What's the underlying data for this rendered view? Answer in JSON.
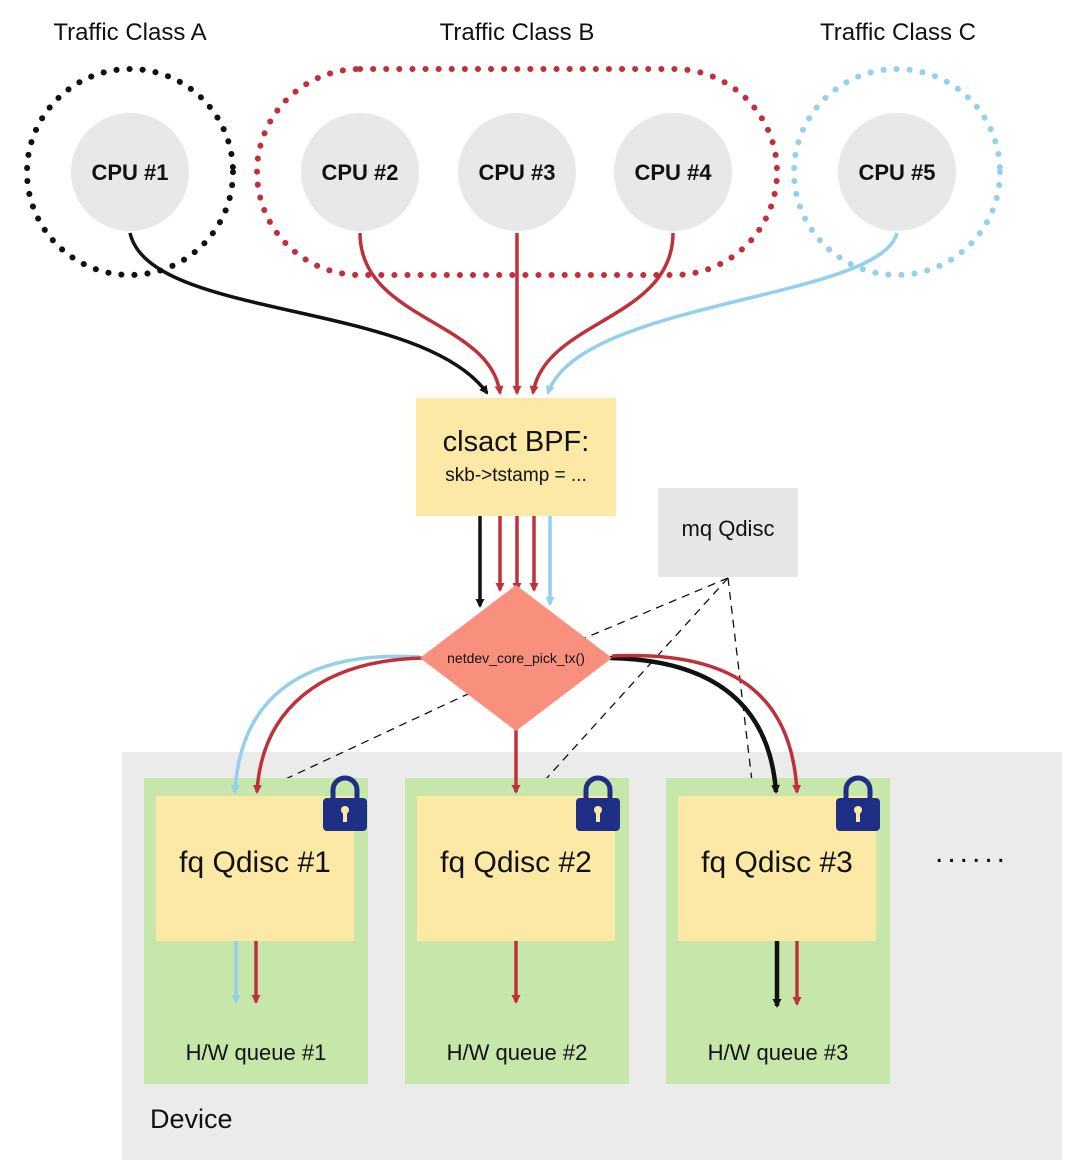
{
  "traffic_classes": [
    {
      "label": "Traffic Class A",
      "color": "#111111"
    },
    {
      "label": "Traffic Class B",
      "color": "#c0303a"
    },
    {
      "label": "Traffic Class C",
      "color": "#94cfeb"
    }
  ],
  "cpus": [
    {
      "label": "CPU #1",
      "class": "A"
    },
    {
      "label": "CPU #2",
      "class": "B"
    },
    {
      "label": "CPU #3",
      "class": "B"
    },
    {
      "label": "CPU #4",
      "class": "B"
    },
    {
      "label": "CPU #5",
      "class": "C"
    }
  ],
  "clsact": {
    "title": "clsact BPF:",
    "code": "skb->tstamp = ..."
  },
  "mq": {
    "label": "mq Qdisc"
  },
  "pick_tx": {
    "label": "netdev_core_pick_tx()"
  },
  "device": {
    "label": "Device"
  },
  "queues": [
    {
      "qdisc": "fq Qdisc #1",
      "hw": "H/W queue #1"
    },
    {
      "qdisc": "fq Qdisc #2",
      "hw": "H/W queue #2"
    },
    {
      "qdisc": "fq Qdisc #3",
      "hw": "H/W queue #3"
    }
  ],
  "more": {
    "label": "......"
  },
  "colors": {
    "class_a": "#111111",
    "class_b": "#c0303a",
    "class_c": "#94cfeb",
    "cpu_fill": "#e8e8e8",
    "clsact_fill": "#fde9a6",
    "mq_fill": "#e6e6e6",
    "pick_fill": "#f9907e",
    "device_fill": "#ebebeb",
    "queue_fill": "#c7e6a9",
    "qdisc_fill": "#fde9a6",
    "lock_fill": "#1f2f86"
  },
  "icons": {
    "lock": "padlock-icon"
  }
}
